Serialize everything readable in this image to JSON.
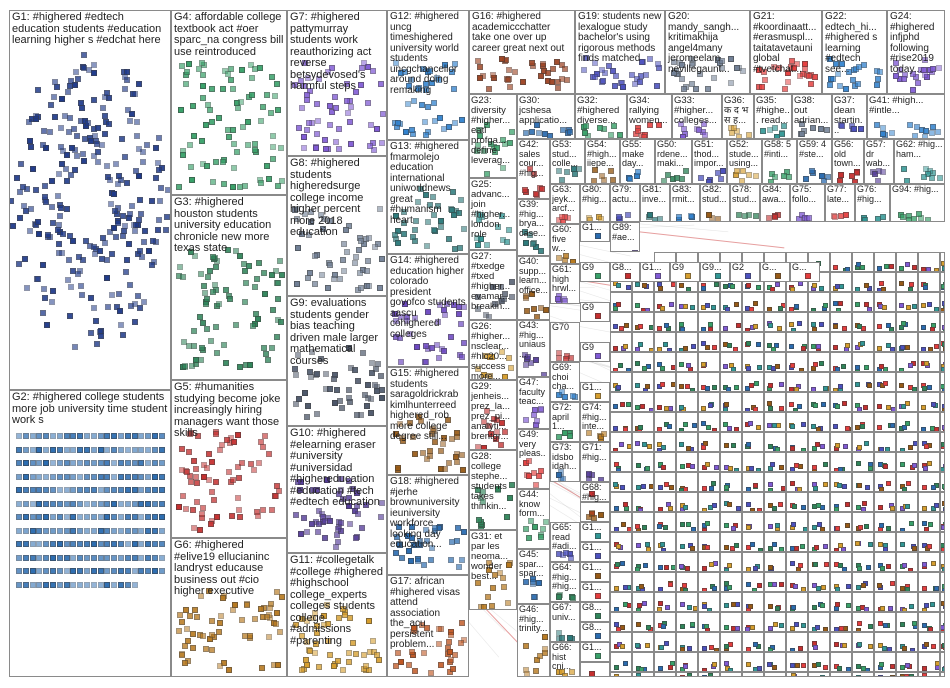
{
  "groups": [
    {
      "id": "G1",
      "label": "G1: #highered #edtech education students #education learning higher s #edchat here",
      "color": "#1f3a8a"
    },
    {
      "id": "G2",
      "label": "G2: #highered college students more job university time student work s",
      "color": "#2b6cb0"
    },
    {
      "id": "G3",
      "label": "G3: #highered houston students university education chronicle new more texas state",
      "color": "#2f855a"
    },
    {
      "id": "G4",
      "label": "G4: affordable college textbook act #oer sparc_na congress bill use reintroduced",
      "color": "#38a169"
    },
    {
      "id": "G5",
      "label": "G5: #humanities studying become joke increasingly hiring managers want those skills",
      "color": "#c53030"
    },
    {
      "id": "G6",
      "label": "G6: #highered #elive19 ellucianinc landryst educause business out #cio higher executive",
      "color": "#b7791f"
    },
    {
      "id": "G7",
      "label": "G7: #highered pattymurray students work reauthorizing act reverse betsydevosed's harmful steps",
      "color": "#805ad5"
    },
    {
      "id": "G8",
      "label": "G8: #highered students higheredsurge college income higher percent more 2018 education",
      "color": "#718096"
    },
    {
      "id": "G9",
      "label": "G9: evaluations students gender bias teaching driven male larger mathematical courses",
      "color": "#4a5568"
    },
    {
      "id": "G10",
      "label": "G10: #highered #elearning eraser #university #universidad #highereducation #education #tech #edtech education",
      "color": "#553c9a"
    },
    {
      "id": "G11",
      "label": "G11: #collegetalk #college #highered #highschool college_experts colleges students college #admissions #parenting",
      "color": "#d69e2e"
    },
    {
      "id": "G12",
      "label": "G12: #highered uncg timeshighered university world students uncgchancellor around doing remaking",
      "color": "#3182ce"
    },
    {
      "id": "G13",
      "label": "G13: #highered fmarmolejo education international uniworldnews great #humanism heart",
      "color": "#2c7a7b"
    },
    {
      "id": "G14",
      "label": "G14: #highered education higher colorado president govofco students aascu cohighered colleges",
      "color": "#6b46c1"
    },
    {
      "id": "G15",
      "label": "G15: #highered students saragoldrickrab kimlhunterreed highered_rob more college degree still...",
      "color": "#975a16"
    },
    {
      "id": "G16",
      "label": "G16: #highered academiccchatter take one over up career great next out",
      "color": "#9c4221"
    },
    {
      "id": "G17",
      "label": "G17: african #highered visas attend association the_acu persistent problem...",
      "color": "#c05621"
    },
    {
      "id": "G18",
      "label": "G18: #highered #jerhe brownuniversity ieuniversity workforce looking day education...",
      "color": "#2b6cb0"
    },
    {
      "id": "G19",
      "label": "G19: students new lexalogue study bachelor's using rigorous methods finds matched",
      "color": "#4c51bf"
    },
    {
      "id": "G20",
      "label": "G20: mandy_sangh... kritimakhija angel4many jeromeelam nevillegaunt...",
      "color": "#718096"
    },
    {
      "id": "G21",
      "label": "G21: #koordinaatt... #erasmuspl... taitatavetauni global #tvetchat...",
      "color": "#e53e3e"
    },
    {
      "id": "G22",
      "label": "G22: edtech_hi... #highered s learning #edtech see...",
      "color": "#3182ce"
    },
    {
      "id": "G23",
      "label": "G23: diversity #higher... eatl profga... define leverag...",
      "color": "#38a169"
    },
    {
      "id": "G24",
      "label": "G24: #highered infjphd following #rise2019 today...",
      "color": "#805ad5"
    },
    {
      "id": "G25",
      "label": "G25: advanc... join #higher... london role",
      "color": "#319795"
    },
    {
      "id": "G26",
      "label": "G26: #higher... nsclear... #hlc20... success more...",
      "color": "#d69e2e"
    },
    {
      "id": "G27",
      "label": "G27: #txedge #txed #higher... evamar... breakin...",
      "color": "#4a5568"
    },
    {
      "id": "G28",
      "label": "G28: college stephe... students takes thinkin...",
      "color": "#2f855a"
    },
    {
      "id": "G29",
      "label": "G29: jenheis... prez_la... prez_pi... analyti... brentgr...",
      "color": "#c53030"
    },
    {
      "id": "G30",
      "label": "G30: jcshesa applicatio...",
      "color": "#2b6cb0"
    },
    {
      "id": "G31",
      "label": "G31: et par les neoma... wonder best...",
      "color": "#b7791f"
    },
    {
      "id": "G32",
      "label": "G32: #highered diverse...",
      "color": "#38a169"
    },
    {
      "id": "G33",
      "label": "G33: #higher... colleges...",
      "color": "#805ad5"
    },
    {
      "id": "G34",
      "label": "G34: rallying women...",
      "color": "#e53e3e"
    },
    {
      "id": "G35",
      "label": "G35: #highe... read...",
      "color": "#319795"
    },
    {
      "id": "G36",
      "label": "G36: क द भ स ह...",
      "color": "#d69e2e"
    },
    {
      "id": "G37",
      "label": "G37: dean startin...",
      "color": "#4c51bf"
    },
    {
      "id": "G38",
      "label": "G38: out adrian...",
      "color": "#718096"
    },
    {
      "id": "G39",
      "label": "G39: #hig... brya... case...",
      "color": "#2c7a7b"
    },
    {
      "id": "G40",
      "label": "G40: supp... learn... office...",
      "color": "#975a16"
    },
    {
      "id": "G41",
      "label": "G41: #high... #intle...",
      "color": "#3182ce"
    },
    {
      "id": "G42",
      "label": "G42: sales cour... #hig...",
      "color": "#c53030"
    },
    {
      "id": "G43",
      "label": "G43: #hig... uniaus...",
      "color": "#553c9a"
    },
    {
      "id": "G44",
      "label": "G44: know form...",
      "color": "#38a169"
    },
    {
      "id": "G45",
      "label": "G45: spar... spar...",
      "color": "#2b6cb0"
    },
    {
      "id": "G46",
      "label": "G46: #hig... trinity...",
      "color": "#b7791f"
    },
    {
      "id": "G47",
      "label": "G47: faculty teac...",
      "color": "#805ad5"
    },
    {
      "id": "G48",
      "label": "G48:",
      "color": "#319795"
    },
    {
      "id": "G49",
      "label": "G49: very pleas...",
      "color": "#e53e3e"
    },
    {
      "id": "G50",
      "label": "G50: rdene... maki...",
      "color": "#2f855a"
    },
    {
      "id": "G51",
      "label": "G51: thod... impor...",
      "color": "#4c51bf"
    },
    {
      "id": "G52",
      "label": "G52: stude... using...",
      "color": "#d69e2e"
    },
    {
      "id": "G53",
      "label": "G53: stud... colle...",
      "color": "#2c7a7b"
    },
    {
      "id": "G54",
      "label": "G54: #high... iiepe...",
      "color": "#975a16"
    },
    {
      "id": "G55",
      "label": "G55: make day...",
      "color": "#3182ce"
    },
    {
      "id": "G56",
      "label": "G56: old town...",
      "color": "#c53030"
    },
    {
      "id": "G57",
      "label": "G57: dr wab...",
      "color": "#553c9a"
    },
    {
      "id": "G58",
      "label": "G58: 5 #inti...",
      "color": "#38a169"
    },
    {
      "id": "G59",
      "label": "G59: 4 #ste...",
      "color": "#2b6cb0"
    },
    {
      "id": "G60",
      "label": "G60: five w...",
      "color": "#b7791f"
    },
    {
      "id": "G61",
      "label": "G61: high hrwl...",
      "color": "#805ad5"
    },
    {
      "id": "G62",
      "label": "G62: #hig... ham...",
      "color": "#319795"
    },
    {
      "id": "G63",
      "label": "G63: jeyk... arcf...",
      "color": "#e53e3e"
    },
    {
      "id": "G64",
      "label": "G64: #hig... #hig...",
      "color": "#2f855a"
    },
    {
      "id": "G65",
      "label": "G65: read #adi...",
      "color": "#4c51bf"
    },
    {
      "id": "G66",
      "label": "G66: hist cni...",
      "color": "#d69e2e"
    },
    {
      "id": "G67",
      "label": "G67: univ...",
      "color": "#2c7a7b"
    },
    {
      "id": "G68",
      "label": "G68: #hig...",
      "color": "#975a16"
    },
    {
      "id": "G69",
      "label": "G69: choi cha...",
      "color": "#3182ce"
    },
    {
      "id": "G70",
      "label": "G70",
      "color": "#c53030"
    },
    {
      "id": "G71",
      "label": "G71: #hig...",
      "color": "#553c9a"
    },
    {
      "id": "G72",
      "label": "G72: april 1...",
      "color": "#38a169"
    },
    {
      "id": "G73",
      "label": "G73: idsbo idah...",
      "color": "#2b6cb0"
    },
    {
      "id": "G74",
      "label": "G74: #hig... inte...",
      "color": "#b7791f"
    },
    {
      "id": "G75",
      "label": "G75: follo...",
      "color": "#805ad5"
    },
    {
      "id": "G76",
      "label": "G76: #hig...",
      "color": "#319795"
    },
    {
      "id": "G77",
      "label": "G77: late...",
      "color": "#e53e3e"
    },
    {
      "id": "G78",
      "label": "G78: stud...",
      "color": "#2f855a"
    },
    {
      "id": "G79",
      "label": "G79: actu...",
      "color": "#4c51bf"
    },
    {
      "id": "G80",
      "label": "G80: #hig...",
      "color": "#d69e2e"
    },
    {
      "id": "G81",
      "label": "G81: inve...",
      "color": "#2c7a7b"
    },
    {
      "id": "G82",
      "label": "G82: stud...",
      "color": "#975a16"
    },
    {
      "id": "G83",
      "label": "G83: rmit...",
      "color": "#3182ce"
    },
    {
      "id": "G84",
      "label": "G84: awa...",
      "color": "#c53030"
    },
    {
      "id": "G89",
      "label": "G89: #ae...",
      "color": "#553c9a"
    },
    {
      "id": "G94",
      "label": "G94: #hig...",
      "color": "#38a169"
    }
  ],
  "small_group_labels": [
    "G1...",
    "G9",
    "G9",
    "G9",
    "G1...",
    "G1...",
    "G1...",
    "G1...",
    "G1...",
    "G8...",
    "G8...",
    "G1...",
    "G8...",
    "G1...",
    "G9",
    "G9...",
    "G2",
    "G...",
    "G..."
  ]
}
